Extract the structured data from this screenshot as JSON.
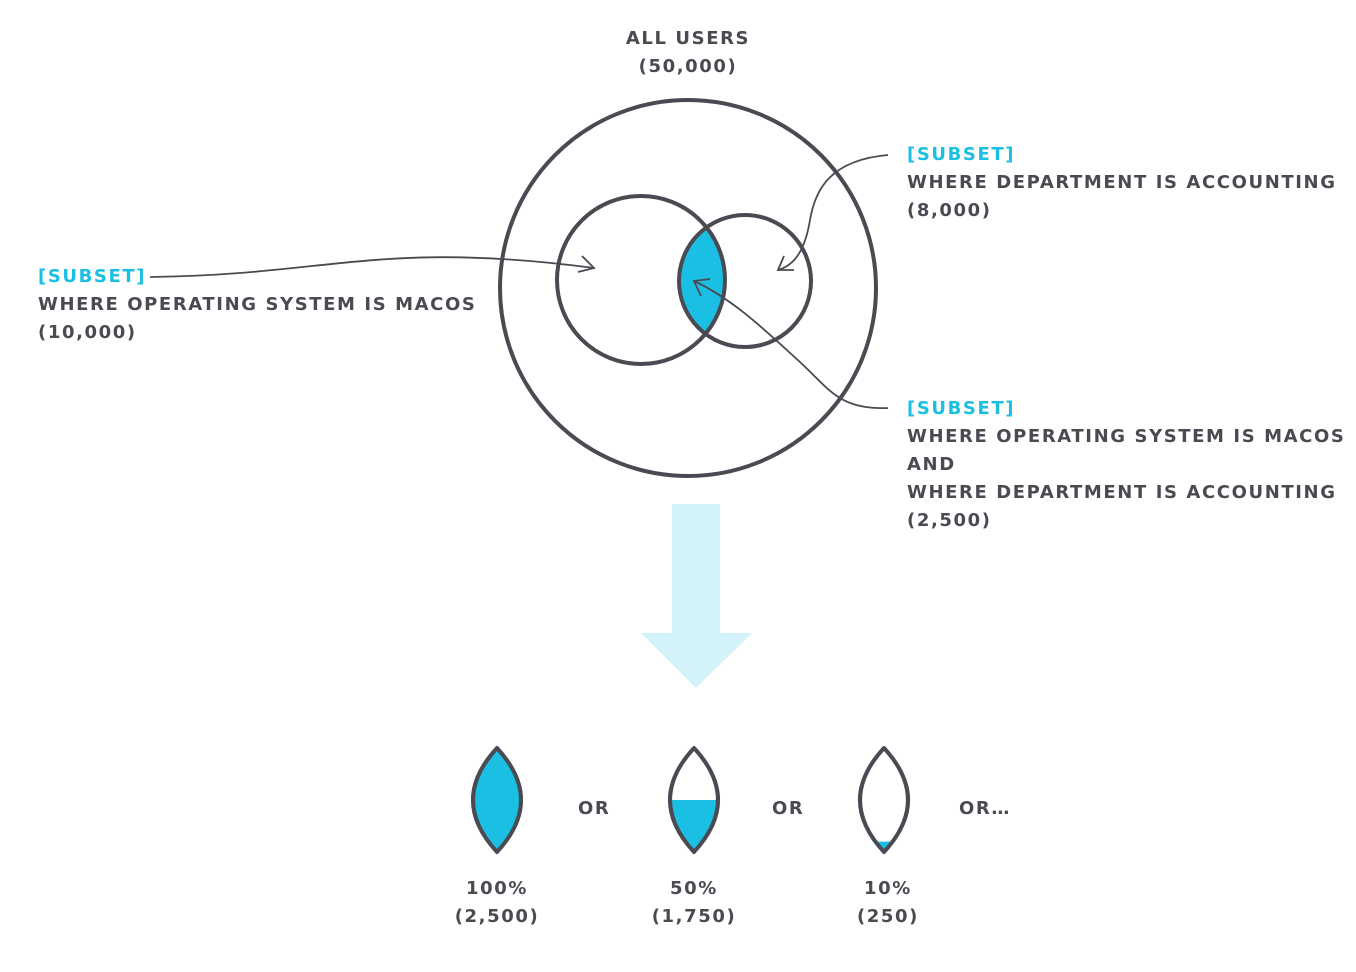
{
  "title": {
    "line1": "ALL USERS",
    "line2": "(50,000)"
  },
  "subset_macos": {
    "tag": "[SUBSET]",
    "condition": "WHERE OPERATING SYSTEM IS MACOS",
    "count": "(10,000)"
  },
  "subset_accounting": {
    "tag": "[SUBSET]",
    "condition": "WHERE DEPARTMENT IS ACCOUNTING",
    "count": "(8,000)"
  },
  "subset_both": {
    "tag": "[SUBSET]",
    "condition1": "WHERE OPERATING SYSTEM IS MACOS",
    "joiner": "AND",
    "condition2": "WHERE DEPARTMENT IS ACCOUNTING",
    "count": "(2,500)"
  },
  "samples": [
    {
      "percent": "100%",
      "count": "(2,500)",
      "fill_fraction": 1.0
    },
    {
      "percent": "50%",
      "count": "(1,750)",
      "fill_fraction": 0.5
    },
    {
      "percent": "10%",
      "count": "(250)",
      "fill_fraction": 0.1
    }
  ],
  "separators": [
    "OR",
    "OR",
    "OR…"
  ],
  "colors": {
    "accent": "#1bbfe3",
    "stroke": "#4a4a52",
    "arrow_fill": "#d3f2fa"
  }
}
